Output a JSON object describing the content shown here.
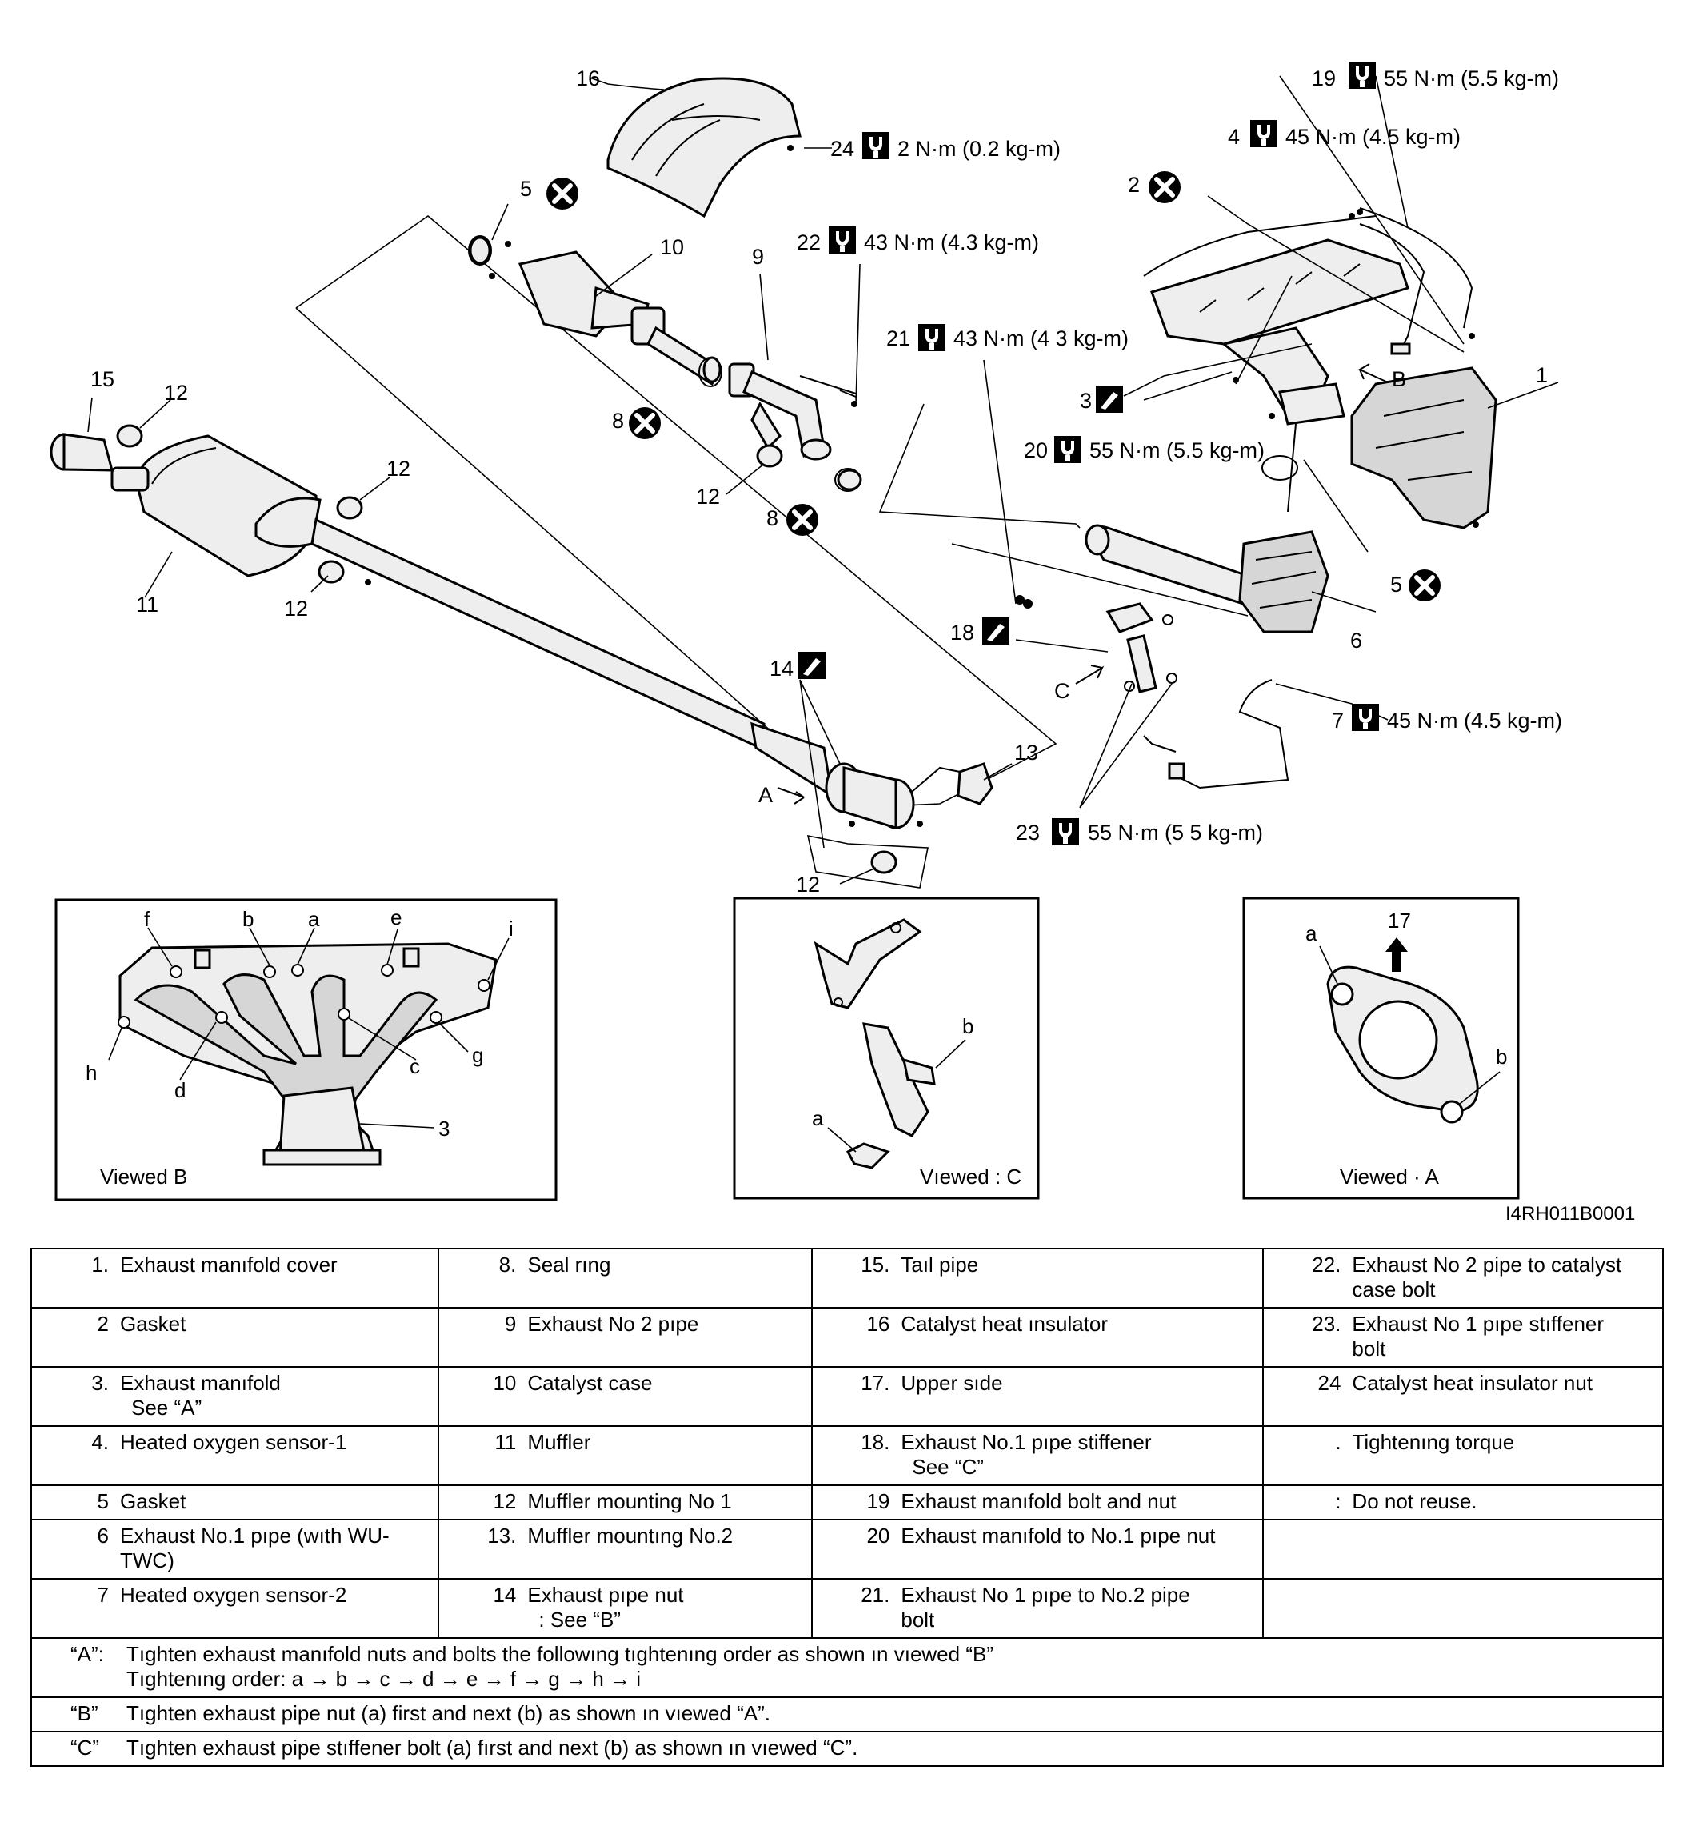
{
  "callouts": {
    "c1": "1",
    "c2": "2",
    "c3": "3",
    "c4": "4",
    "c5a": "5",
    "c5b": "5",
    "c6": "6",
    "c7": "7",
    "c8a": "8",
    "c8b": "8",
    "c9": "9",
    "c10": "10",
    "c11": "11",
    "c12a": "12",
    "c12b": "12",
    "c12c": "12",
    "c12d": "12",
    "c12e": "12",
    "c13": "13",
    "c14": "14",
    "c15": "15",
    "c16": "16",
    "c17": "17",
    "c18": "18",
    "c19": "19",
    "c20": "20",
    "c21": "21",
    "c22": "22",
    "c23": "23",
    "c24": "24",
    "arrowA": "A",
    "arrowB": "B",
    "arrowC": "C"
  },
  "torques": {
    "t19": "55 N·m (5.5 kg-m)",
    "t4": "45 N·m (4.5 kg-m)",
    "t24": "2 N·m (0.2 kg-m)",
    "t22": "43 N·m (4.3 kg-m)",
    "t21": "43 N·m (4 3 kg-m)",
    "t20": "55 N·m (5.5 kg-m)",
    "t7": "45 N·m (4.5 kg-m)",
    "t23": "55 N·m (5 5 kg-m)"
  },
  "views": {
    "b": {
      "caption": "Viewed  B",
      "points": {
        "a": "a",
        "b": "b",
        "c": "c",
        "d": "d",
        "e": "e",
        "f": "f",
        "g": "g",
        "h": "h",
        "i": "i"
      },
      "part": "3"
    },
    "c": {
      "caption": "Vıewed : C",
      "a": "a",
      "b": "b"
    },
    "a": {
      "caption": "Viewed · A",
      "a": "a",
      "b": "b",
      "up": "17"
    }
  },
  "figure_code": "I4RH011B0001",
  "legend": {
    "rows": [
      [
        {
          "n": "1.",
          "t": "Exhaust manıfold cover"
        },
        {
          "n": "8.",
          "t": "Seal rıng"
        },
        {
          "n": "15.",
          "t": "Taıl pipe"
        },
        {
          "n": "22.",
          "t": "Exhaust No 2 pipe to catalyst case bolt"
        }
      ],
      [
        {
          "n": "2",
          "t": "Gasket"
        },
        {
          "n": "9",
          "t": "Exhaust No 2 pıpe"
        },
        {
          "n": "16",
          "t": "Catalyst heat ınsulator"
        },
        {
          "n": "23.",
          "t": "Exhaust No 1 pıpe stıffener bolt"
        }
      ],
      [
        {
          "n": "3.",
          "t": "Exhaust manıfold",
          "sub": "See “A”"
        },
        {
          "n": "10",
          "t": "Catalyst case"
        },
        {
          "n": "17.",
          "t": "Upper sıde"
        },
        {
          "n": "24",
          "t": "Catalyst heat insulator nut"
        }
      ],
      [
        {
          "n": "4.",
          "t": "Heated oxygen sensor-1"
        },
        {
          "n": "11",
          "t": "Muffler"
        },
        {
          "n": "18.",
          "t": "Exhaust No.1 pıpe stiffener",
          "sub": "See “C”"
        },
        {
          "n": ".",
          "t": "Tightenıng torque"
        }
      ],
      [
        {
          "n": "5",
          "t": "Gasket"
        },
        {
          "n": "12",
          "t": "Muffler mounting No 1"
        },
        {
          "n": "19",
          "t": "Exhaust manıfold bolt and nut"
        },
        {
          "n": ":",
          "t": "Do not reuse."
        }
      ],
      [
        {
          "n": "6",
          "t": "Exhaust No.1 pıpe (wıth WU-TWC)"
        },
        {
          "n": "13.",
          "t": "Muffler mountıng No.2"
        },
        {
          "n": "20",
          "t": "Exhaust manıfold to No.1 pıpe nut"
        },
        {
          "n": "",
          "t": ""
        }
      ],
      [
        {
          "n": "7",
          "t": "Heated oxygen sensor-2"
        },
        {
          "n": "14",
          "t": "Exhaust pıpe nut",
          "sub": ": See “B”"
        },
        {
          "n": "21.",
          "t": "Exhaust No 1 pıpe to No.2 pipe bolt"
        },
        {
          "n": "",
          "t": ""
        }
      ]
    ],
    "notes": [
      {
        "key": "“A”:",
        "line1": "Tıghten exhaust manıfold nuts and bolts the followıng tıghtenıng order as shown ın vıewed “B”",
        "line2": "Tıghtenıng order: a → b → c → d → e → f → g → h → i"
      },
      {
        "key": "“B”",
        "line1": "Tıghten exhaust pipe nut (a) first and next (b) as shown ın vıewed “A”."
      },
      {
        "key": "“C”",
        "line1": "Tıghten exhaust pipe stıffener bolt (a) fırst and next (b) as shown ın vıewed “C”."
      }
    ]
  }
}
